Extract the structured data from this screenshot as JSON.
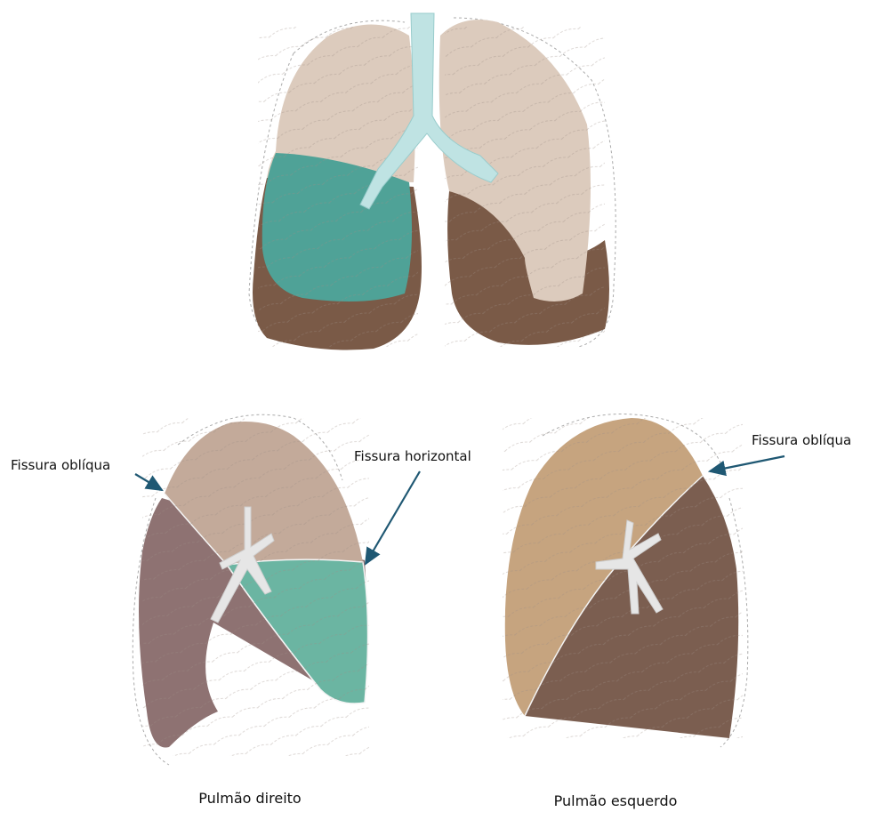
{
  "labels": {
    "right_oblique_fissure": "Fissura oblíqua",
    "horizontal_fissure": "Fissura horizontal",
    "left_oblique_fissure": "Fissura oblíqua"
  },
  "captions": {
    "right_lung": "Pulmão direito",
    "left_lung": "Pulmão esquerdo"
  },
  "colors": {
    "upper_lobe_front": "#dccbbd",
    "middle_lobe": "#4fa297",
    "lower_lobe_front": "#7a5a47",
    "right_upper_lateral": "#c3aa9a",
    "right_lower_lateral": "#8e7272",
    "right_middle_lateral": "#6bb5a2",
    "left_upper_lateral": "#c6a47f",
    "left_lower_lateral": "#7b5e50",
    "trachea": "#bfe3e3",
    "arrow": "#1f5873"
  }
}
